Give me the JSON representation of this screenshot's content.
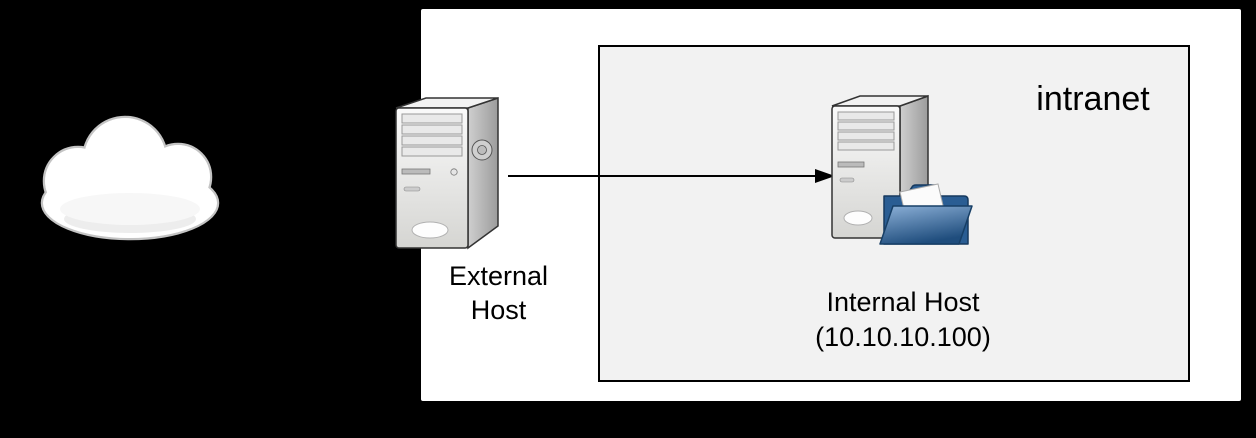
{
  "diagram": {
    "intranet_label": "intranet",
    "external_host": {
      "line1": "External",
      "line2": "Host"
    },
    "internal_host": {
      "line1": "Internal Host",
      "line2": "(10.10.10.100)"
    },
    "icons": {
      "cloud": "cloud-icon",
      "external_host": "computer-tower-icon",
      "internal_host": "computer-tower-icon",
      "folder": "open-folder-icon",
      "connector": "right-arrow-icon"
    },
    "colors": {
      "background": "#000000",
      "panel": "#ffffff",
      "intranet_fill": "#f2f2f2",
      "intranet_border": "#000000",
      "folder_blue": "#2a5d93",
      "arrow": "#000000",
      "text": "#000000"
    }
  }
}
